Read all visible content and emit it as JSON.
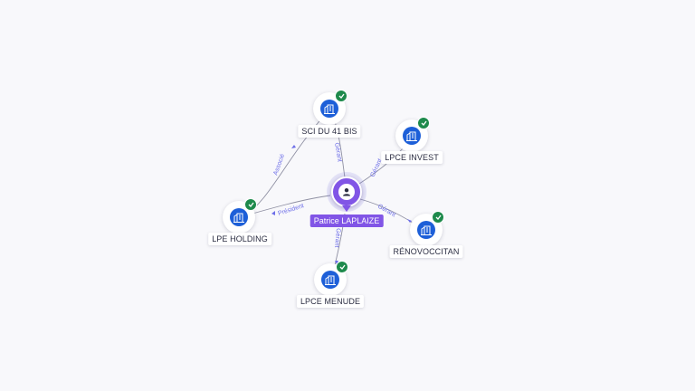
{
  "graph": {
    "person": {
      "name": "Patrice LAPLAIZE",
      "icon": "person-icon",
      "color": "#8155e6"
    },
    "companies": [
      {
        "id": "sci",
        "name": "SCI DU 41 BIS",
        "icon": "building-icon",
        "badge": "check-icon"
      },
      {
        "id": "invest",
        "name": "LPCE INVEST",
        "icon": "building-icon",
        "badge": "check-icon"
      },
      {
        "id": "holding",
        "name": "LPE HOLDING",
        "icon": "building-icon",
        "badge": "check-icon"
      },
      {
        "id": "renov",
        "name": "RÉNOVOCCITAN",
        "icon": "building-icon",
        "badge": "check-icon"
      },
      {
        "id": "menude",
        "name": "LPCE MENUDE",
        "icon": "building-icon",
        "badge": "check-icon"
      }
    ],
    "relations": [
      {
        "from": "person",
        "to": "sci",
        "label": "Gérant"
      },
      {
        "from": "person",
        "to": "invest",
        "label": "Gérant"
      },
      {
        "from": "person",
        "to": "holding",
        "label": "Président"
      },
      {
        "from": "person",
        "to": "renov",
        "label": "Gérant"
      },
      {
        "from": "person",
        "to": "menude",
        "label": "Gérant"
      },
      {
        "from": "holding",
        "to": "sci",
        "label": "Associé"
      }
    ],
    "colors": {
      "company_icon": "#1d5fd8",
      "verified_badge": "#1e8a4c",
      "relation_text": "#6d6ee8",
      "edge": "#8f90a3"
    }
  }
}
